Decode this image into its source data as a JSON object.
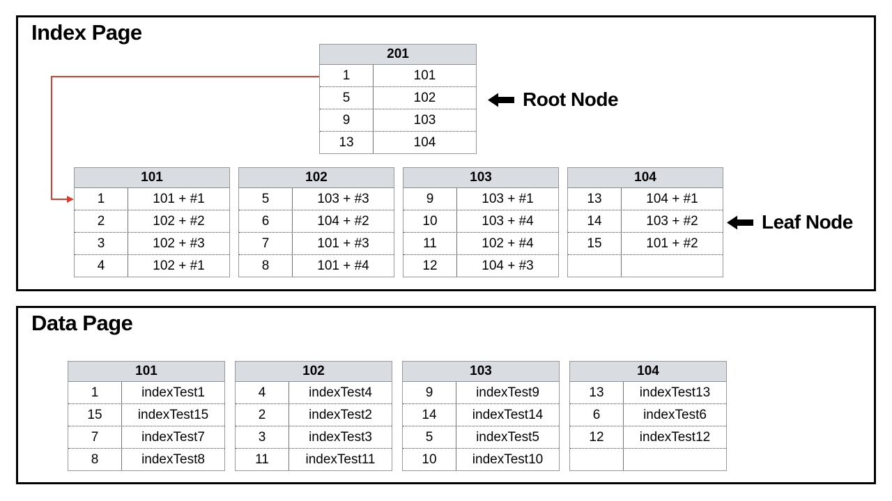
{
  "colors": {
    "accent_red": "#e0392b",
    "header_bg": "#d9dce0",
    "panel_border": "#000000",
    "table_border": "#95989b"
  },
  "index_page": {
    "title": "Index Page",
    "root_label": "Root Node",
    "leaf_label": "Leaf Node",
    "root_table": {
      "header": "201",
      "rows": [
        [
          "1",
          "101"
        ],
        [
          "5",
          "102"
        ],
        [
          "9",
          "103"
        ],
        [
          "13",
          "104"
        ]
      ]
    },
    "leaf_tables": [
      {
        "header": "101",
        "rows": [
          [
            "1",
            "101 + #1"
          ],
          [
            "2",
            "102 + #2"
          ],
          [
            "3",
            "102 + #3"
          ],
          [
            "4",
            "102 + #1"
          ]
        ]
      },
      {
        "header": "102",
        "rows": [
          [
            "5",
            "103 + #3"
          ],
          [
            "6",
            "104 + #2"
          ],
          [
            "7",
            "101 + #3"
          ],
          [
            "8",
            "101 + #4"
          ]
        ]
      },
      {
        "header": "103",
        "rows": [
          [
            "9",
            "103 + #1"
          ],
          [
            "10",
            "103 + #4"
          ],
          [
            "11",
            "102 + #4"
          ],
          [
            "12",
            "104 + #3"
          ]
        ]
      },
      {
        "header": "104",
        "rows": [
          [
            "13",
            "104 + #1"
          ],
          [
            "14",
            "103 + #2"
          ],
          [
            "15",
            "101 + #2"
          ],
          [
            "",
            ""
          ]
        ]
      }
    ]
  },
  "data_page": {
    "title": "Data Page",
    "tables": [
      {
        "header": "101",
        "rows": [
          [
            "1",
            "indexTest1"
          ],
          [
            "15",
            "indexTest15"
          ],
          [
            "7",
            "indexTest7"
          ],
          [
            "8",
            "indexTest8"
          ]
        ]
      },
      {
        "header": "102",
        "rows": [
          [
            "4",
            "indexTest4"
          ],
          [
            "2",
            "indexTest2"
          ],
          [
            "3",
            "indexTest3"
          ],
          [
            "11",
            "indexTest11"
          ]
        ]
      },
      {
        "header": "103",
        "rows": [
          [
            "9",
            "indexTest9"
          ],
          [
            "14",
            "indexTest14"
          ],
          [
            "5",
            "indexTest5"
          ],
          [
            "10",
            "indexTest10"
          ]
        ]
      },
      {
        "header": "104",
        "rows": [
          [
            "13",
            "indexTest13"
          ],
          [
            "6",
            "indexTest6"
          ],
          [
            "12",
            "indexTest12"
          ],
          [
            "",
            ""
          ]
        ]
      }
    ]
  }
}
